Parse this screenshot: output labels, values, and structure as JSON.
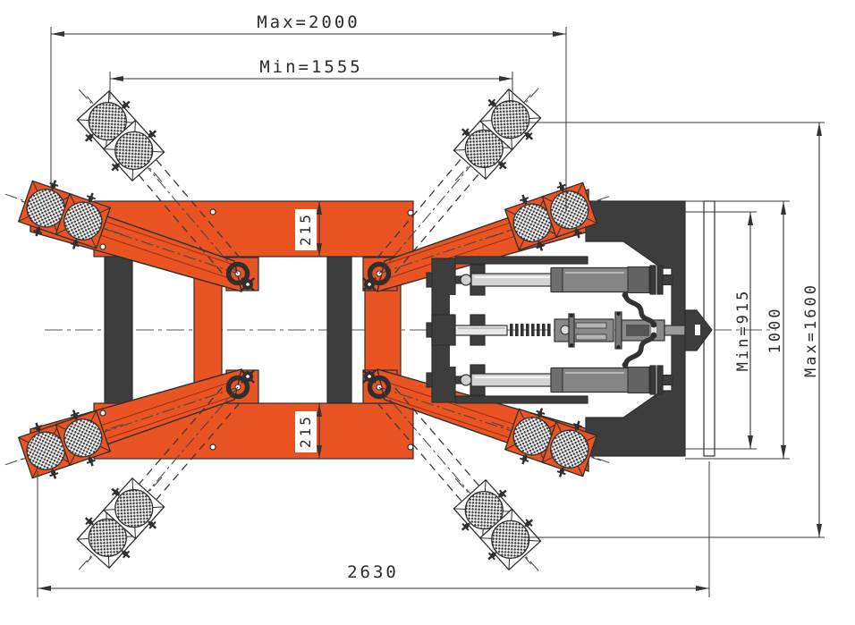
{
  "drawing": {
    "colors": {
      "background": "#ffffff",
      "frame_orange": "#EA5322",
      "dark_steel": "#3D3D3D",
      "outline": "#2F2F2F",
      "dim_line": "#333333",
      "cylinder_body": "#858585",
      "cylinder_rod": "#D4D4D4",
      "text": "#2B2B2B"
    },
    "dimensions": {
      "max_width": {
        "label": "Max=2000"
      },
      "min_width": {
        "label": "Min=1555"
      },
      "rail_width_top": {
        "label": "215"
      },
      "rail_width_bottom": {
        "label": "215"
      },
      "min_height": {
        "label": "Min=915"
      },
      "frame_height": {
        "label": "1000"
      },
      "max_height": {
        "label": "Max=1600"
      },
      "overall_length": {
        "label": "2630"
      }
    }
  }
}
